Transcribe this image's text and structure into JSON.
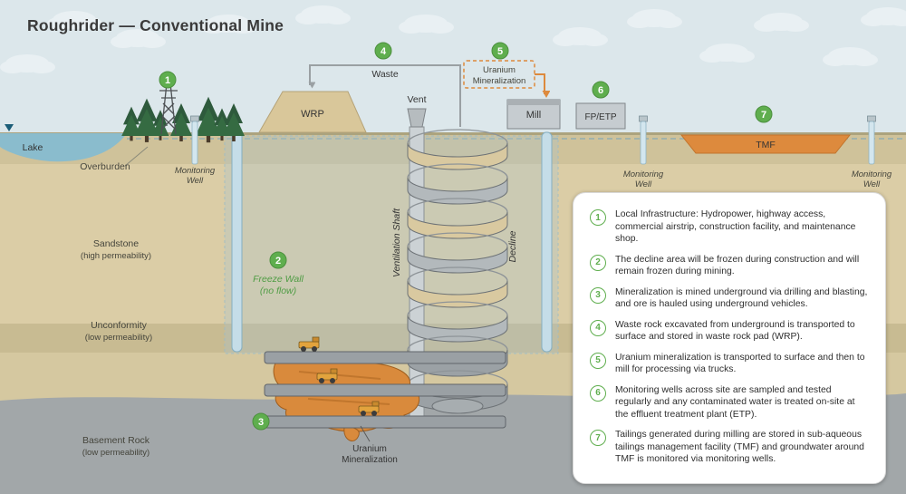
{
  "title": "Roughrider — Conventional Mine",
  "colors": {
    "marker_green": "#5fae4e",
    "orange": "#dd8a3d",
    "sky": "#dce7eb",
    "lake": "#8abccd",
    "sandstone": "#dbcda6",
    "basement": "#a2a7a9"
  },
  "geology": {
    "lake": "Lake",
    "overburden": "Overburden",
    "sandstone1": "Sandstone",
    "sandstone2": "(high permeability)",
    "unconformity1": "Unconformity",
    "unconformity2": "(low permeability)",
    "basement1": "Basement Rock",
    "basement2": "(low permeability)"
  },
  "site": {
    "wrp": "WRP",
    "vent": "Vent",
    "mill": "Mill",
    "fpetp": "FP/ETP",
    "tmf": "TMF",
    "waste": "Waste",
    "uranium1": "Uranium",
    "uranium2": "Mineralization",
    "freeze1": "Freeze Wall",
    "freeze2": "(no flow)",
    "vent_shaft": "Ventilation Shaft",
    "decline": "Decline",
    "ore1": "Uranium",
    "ore2": "Mineralization",
    "monitoring1": "Monitoring",
    "monitoring2": "Well"
  },
  "markers": {
    "m1": "1",
    "m2": "2",
    "m3": "3",
    "m4": "4",
    "m5": "5",
    "m6": "6",
    "m7": "7"
  },
  "legend": {
    "items": [
      {
        "num": "1",
        "text": "Local Infrastructure: Hydropower, highway access, commercial airstrip, construction facility, and maintenance shop."
      },
      {
        "num": "2",
        "text": "The decline area will be frozen during construction and will remain frozen during mining."
      },
      {
        "num": "3",
        "text": "Mineralization is mined underground via drilling and blasting, and ore is hauled using underground vehicles."
      },
      {
        "num": "4",
        "text": "Waste rock excavated from underground is transported to surface and stored in waste rock pad (WRP)."
      },
      {
        "num": "5",
        "text": "Uranium mineralization is transported to surface and then to mill for processing via trucks."
      },
      {
        "num": "6",
        "text": "Monitoring wells across site are sampled and tested regularly and any contaminated water is treated on-site at the effluent treatment plant (ETP)."
      },
      {
        "num": "7",
        "text": "Tailings generated during milling are stored in sub-aqueous tailings management facility (TMF) and groundwater around TMF is monitored via monitoring wells."
      }
    ]
  }
}
